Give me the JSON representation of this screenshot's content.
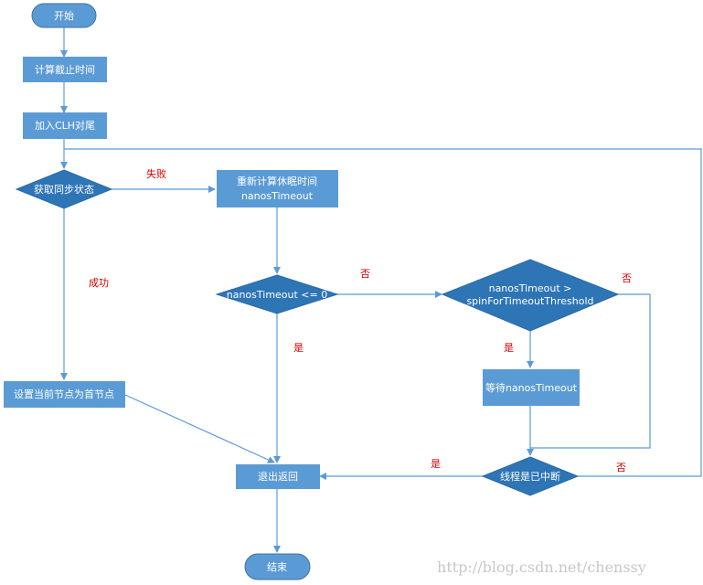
{
  "nodes": {
    "start": "开始",
    "calc_deadline": "计算截止时间",
    "enqueue": "加入CLH对尾",
    "acquire": "获取同步状态",
    "recalc_line1": "重新计算休眠时间",
    "recalc_line2": "nanosTimeout",
    "check_timeout": "nanosTimeout <= 0",
    "spin_line1": "nanosTimeout  >",
    "spin_line2": "spinForTimeoutThreshold",
    "set_head": "设置当前节点为首节点",
    "wait": "等待nanosTimeout",
    "interrupted": "线程是已中断",
    "exit": "退出返回",
    "end": "结束"
  },
  "edge_labels": {
    "fail": "失败",
    "success": "成功",
    "timeout_no": "否",
    "timeout_yes": "是",
    "spin_no": "否",
    "spin_yes": "是",
    "interrupt_yes": "是",
    "interrupt_no": "否"
  },
  "watermark": "http://blog.csdn.net/chenssy",
  "colors": {
    "node_fill": "#5b9bd5",
    "decision_fill": "#2e75b6",
    "line": "#5b9bd5",
    "label": "#d40000"
  }
}
